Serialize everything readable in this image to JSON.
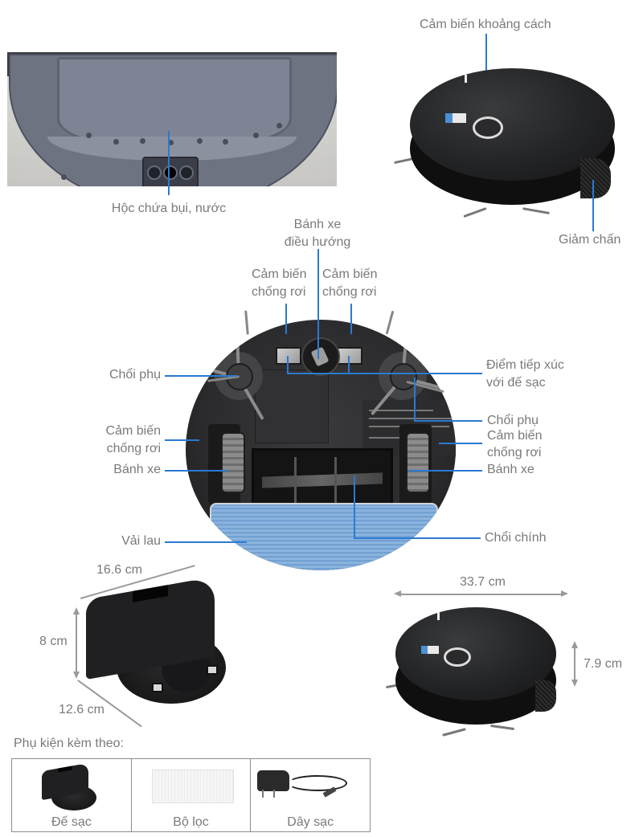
{
  "page": {
    "type": "product-feature-infographic",
    "product": "robot vacuum (Ecovacs)"
  },
  "colors": {
    "callout_line": "#2a7ad1",
    "label_text": "#7a7a7a",
    "dimension_arrow": "#9a9a9a",
    "mop_blue": "#7aa7d6",
    "robot_body": "#232426",
    "qr_blue": "#4c8fd3"
  },
  "top_left_photo": {
    "callout": "Hộc chứa bụi, nước"
  },
  "top_right_photo": {
    "callouts": {
      "distance_sensor": "Cảm biến khoảng cách",
      "bumper": "Giảm chấn"
    }
  },
  "bottom_view": {
    "callouts": {
      "guide_wheel_line1": "Bánh xe",
      "guide_wheel_line2": "điều hướng",
      "cliff_sensor_left_line1": "Cảm biến",
      "cliff_sensor_left_line2": "chống rơi",
      "cliff_sensor_right_line1": "Cảm biến",
      "cliff_sensor_right_line2": "chống rơi",
      "side_brush_left": "Chổi phụ",
      "charging_contacts_line1": "Điểm tiếp xúc",
      "charging_contacts_line2": "với đế sạc",
      "side_brush_right": "Chổi phụ",
      "cliff_sensor_side_left_line1": "Cảm biến",
      "cliff_sensor_side_left_line2": "chống rơi",
      "cliff_sensor_side_right_line1": "Cảm biến",
      "cliff_sensor_side_right_line2": "chống rơi",
      "wheel_left": "Bánh xe",
      "wheel_right": "Bánh xe",
      "mop_cloth": "Vải lau",
      "main_brush": "Chổi chính"
    }
  },
  "dock_dimensions": {
    "width": "16.6 cm",
    "height": "8 cm",
    "depth": "12.6 cm"
  },
  "robot_dimensions": {
    "diameter": "33.7 cm",
    "height": "7.9 cm"
  },
  "accessories": {
    "title": "Phụ kiện kèm theo:",
    "items": [
      {
        "name": "Đế sạc",
        "icon": "charging-dock-icon"
      },
      {
        "name": "Bộ lọc",
        "icon": "filter-icon"
      },
      {
        "name": "Dây sạc",
        "icon": "power-adapter-icon"
      }
    ]
  }
}
